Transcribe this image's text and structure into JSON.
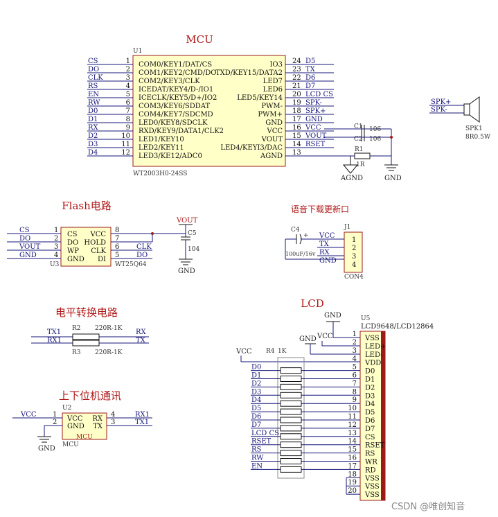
{
  "mcu": {
    "title": "MCU",
    "ref": "U1",
    "part": "WT2003H0-24SS",
    "left_pins": [
      {
        "num": "1",
        "name": "COM0/KEY1/DAT/CS",
        "net": "CS"
      },
      {
        "num": "2",
        "name": "COM1/KEY2/CMD/DO",
        "net": "DO"
      },
      {
        "num": "3",
        "name": "COM2/KEY3/CLK",
        "net": "CLK"
      },
      {
        "num": "4",
        "name": "ICEDAT/KEY4/D-/IO1",
        "net": "RS"
      },
      {
        "num": "5",
        "name": "ICECLK/KEY5/D+/IO2",
        "net": "EN"
      },
      {
        "num": "6",
        "name": "COM3/KEY6/SDDAT",
        "net": "RW"
      },
      {
        "num": "7",
        "name": "COM4/KEY7/SDCMD",
        "net": "D0"
      },
      {
        "num": "8",
        "name": "LED0/KEY8/SDCLK",
        "net": "D1"
      },
      {
        "num": "9",
        "name": "RXD/KEY9/DATA1/CLK2",
        "net": "RX"
      },
      {
        "num": "10",
        "name": "LED1/KEY10",
        "net": "D2"
      },
      {
        "num": "11",
        "name": "LED2/KEY11",
        "net": "D3"
      },
      {
        "num": "12",
        "name": "LED3/KE12/ADC0",
        "net": "D4"
      }
    ],
    "right_pins": [
      {
        "num": "24",
        "name": "IO3",
        "net": "D5"
      },
      {
        "num": "23",
        "name": "TXD/KEY15/DATA2",
        "net": "TX"
      },
      {
        "num": "22",
        "name": "LED7",
        "net": "D6"
      },
      {
        "num": "21",
        "name": "LED6",
        "net": "D7"
      },
      {
        "num": "20",
        "name": "LED5/KEY14",
        "net": "LCD_CS"
      },
      {
        "num": "19",
        "name": "PWM-",
        "net": "SPK-"
      },
      {
        "num": "18",
        "name": "PWM+",
        "net": "SPK+"
      },
      {
        "num": "17",
        "name": "GND",
        "net": "GND"
      },
      {
        "num": "16",
        "name": "VCC",
        "net": "VCC"
      },
      {
        "num": "15",
        "name": "VOUT",
        "net": "VOUT"
      },
      {
        "num": "14",
        "name": "LED4/KEYI3/DAC",
        "net": "RSET"
      },
      {
        "num": "13",
        "name": "AGND",
        "net": ""
      }
    ],
    "c1": {
      "ref": "C1",
      "value": "106"
    },
    "c2": {
      "ref": "C2",
      "value": "106"
    },
    "r1": {
      "ref": "R1",
      "value": "1R"
    },
    "agnd": "AGND",
    "gnd": "GND"
  },
  "speaker": {
    "ref": "SPK1",
    "value": "8R0.5W",
    "nets": [
      "SPK+",
      "SPK-"
    ]
  },
  "flash": {
    "title": "Flash电路",
    "ref": "U3",
    "part": "WT25Q64",
    "left_pins": [
      {
        "num": "1",
        "name": "CS",
        "net": "CS"
      },
      {
        "num": "2",
        "name": "DO",
        "net": "DO"
      },
      {
        "num": "3",
        "name": "WP",
        "net": "VOUT"
      },
      {
        "num": "4",
        "name": "GND",
        "net": "GND"
      }
    ],
    "right_pins": [
      {
        "num": "8",
        "name": "VCC",
        "net": ""
      },
      {
        "num": "7",
        "name": "HOLD",
        "net": ""
      },
      {
        "num": "6",
        "name": "CLK",
        "net": "CLK"
      },
      {
        "num": "5",
        "name": "DI",
        "net": "DO"
      }
    ],
    "vout": "VOUT",
    "cap": {
      "ref": "C5",
      "value": "104"
    },
    "gnd": "GND"
  },
  "download": {
    "title": "语音下载更新口",
    "ref": "J1",
    "part": "CON4",
    "cap": {
      "ref": "C4",
      "value": "100uF/16v"
    },
    "pins": [
      {
        "num": "1",
        "net": "VCC"
      },
      {
        "num": "2",
        "net": "TX"
      },
      {
        "num": "3",
        "net": "RX"
      },
      {
        "num": "4",
        "net": "GND"
      }
    ]
  },
  "level": {
    "title": "电平转换电路",
    "r2": {
      "ref": "R2",
      "value": "220R-1K"
    },
    "r3": {
      "ref": "R3",
      "value": "220R-1K"
    },
    "left_nets": [
      "TX1",
      "RX1"
    ],
    "right_nets": [
      "RX",
      "TX"
    ]
  },
  "host": {
    "title": "上下位机通讯",
    "ref": "U2",
    "part": "MCU",
    "inner_label": "MCU",
    "left_pins": [
      {
        "num": "1",
        "name": "VCC",
        "net": "VCC"
      },
      {
        "num": "2",
        "name": "GND",
        "net": ""
      }
    ],
    "right_pins": [
      {
        "num": "4",
        "name": "RX",
        "net": "RX1"
      },
      {
        "num": "3",
        "name": "TX",
        "net": "TX1"
      }
    ],
    "gnd": "GND"
  },
  "lcd": {
    "title": "LCD",
    "ref": "U5",
    "part": "LCD9648/LCD12864",
    "gnd_top": "GND",
    "gnd2": "GND",
    "vcc_top": "VCC",
    "vcc_left": "VCC",
    "rnet": {
      "ref": "R4",
      "value": "1K"
    },
    "pins": [
      {
        "num": "1",
        "name": "VSS",
        "net": ""
      },
      {
        "num": "2",
        "name": "LED+",
        "net": ""
      },
      {
        "num": "3",
        "name": "LED-",
        "net": ""
      },
      {
        "num": "4",
        "name": "VDD",
        "net": ""
      },
      {
        "num": "5",
        "name": "D0",
        "net": "D0"
      },
      {
        "num": "6",
        "name": "D1",
        "net": "D1"
      },
      {
        "num": "7",
        "name": "D2",
        "net": "D2"
      },
      {
        "num": "8",
        "name": "D3",
        "net": "D3"
      },
      {
        "num": "9",
        "name": "D4",
        "net": "D4"
      },
      {
        "num": "10",
        "name": "D5",
        "net": "D5"
      },
      {
        "num": "11",
        "name": "D6",
        "net": "D6"
      },
      {
        "num": "12",
        "name": "D7",
        "net": "D7"
      },
      {
        "num": "13",
        "name": "CS",
        "net": "LCD_CS"
      },
      {
        "num": "14",
        "name": "RSET",
        "net": "RSET"
      },
      {
        "num": "15",
        "name": "RS",
        "net": "RS"
      },
      {
        "num": "16",
        "name": "WR",
        "net": "RW"
      },
      {
        "num": "17",
        "name": "RD",
        "net": "EN"
      },
      {
        "num": "18",
        "name": "VSS",
        "net": ""
      },
      {
        "num": "19",
        "name": "VSS",
        "net": ""
      },
      {
        "num": "20",
        "name": "VSS",
        "net": ""
      }
    ]
  },
  "watermark": "CSDN @唯创知音"
}
